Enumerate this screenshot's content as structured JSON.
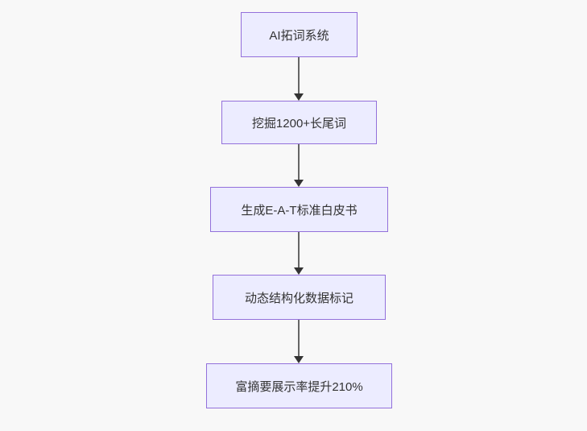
{
  "diagram": {
    "type": "flowchart",
    "direction": "top-down",
    "nodes": [
      {
        "id": "step-1",
        "label": "AI拓词系统"
      },
      {
        "id": "step-2",
        "label": "挖掘1200+长尾词"
      },
      {
        "id": "step-3",
        "label": "生成E-A-T标准白皮书"
      },
      {
        "id": "step-4",
        "label": "动态结构化数据标记"
      },
      {
        "id": "step-5",
        "label": "富摘要展示率提升210%"
      }
    ],
    "edges": [
      {
        "from": "step-1",
        "to": "step-2"
      },
      {
        "from": "step-2",
        "to": "step-3"
      },
      {
        "from": "step-3",
        "to": "step-4"
      },
      {
        "from": "step-4",
        "to": "step-5"
      }
    ],
    "colors": {
      "background": "#f8f8f8",
      "node_fill": "#ececff",
      "node_border": "#9370db",
      "node_text": "#333333",
      "edge_line": "#666666",
      "edge_arrowhead": "#333333"
    }
  }
}
